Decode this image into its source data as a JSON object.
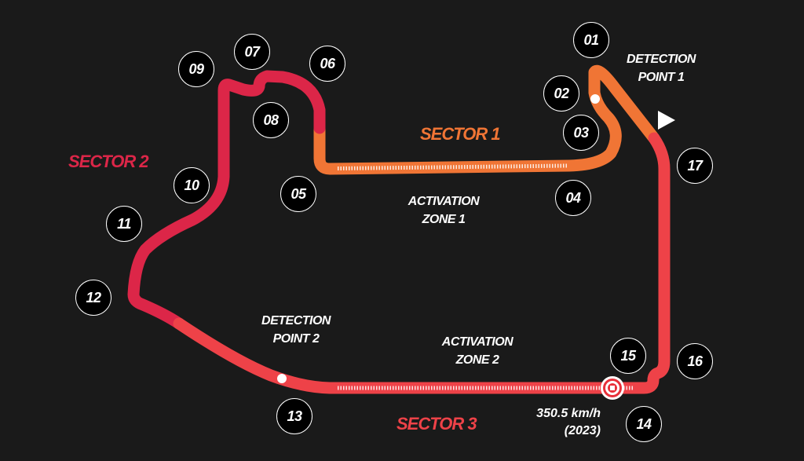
{
  "colors": {
    "background": "#1a1a1a",
    "sector1": "#f07535",
    "sector2": "#dc2648",
    "sector3": "#ee4248",
    "text": "#ffffff"
  },
  "sectors": [
    {
      "label": "SECTOR 1",
      "color": "#f07535"
    },
    {
      "label": "SECTOR 2",
      "color": "#dc2648"
    },
    {
      "label": "SECTOR 3",
      "color": "#ee4248"
    }
  ],
  "turns": [
    "01",
    "02",
    "03",
    "04",
    "05",
    "06",
    "07",
    "08",
    "09",
    "10",
    "11",
    "12",
    "13",
    "14",
    "15",
    "16",
    "17"
  ],
  "drs": {
    "detection_point_1": [
      "DETECTION",
      "POINT 1"
    ],
    "detection_point_2": [
      "DETECTION",
      "POINT 2"
    ],
    "activation_zone_1": [
      "ACTIVATION",
      "ZONE 1"
    ],
    "activation_zone_2": [
      "ACTIVATION",
      "ZONE 2"
    ]
  },
  "speed_trap": {
    "speed": "350.5 km/h",
    "year": "(2023)"
  },
  "icons": {
    "start_direction": "triangle-right",
    "speed_trap": "target-circle"
  }
}
